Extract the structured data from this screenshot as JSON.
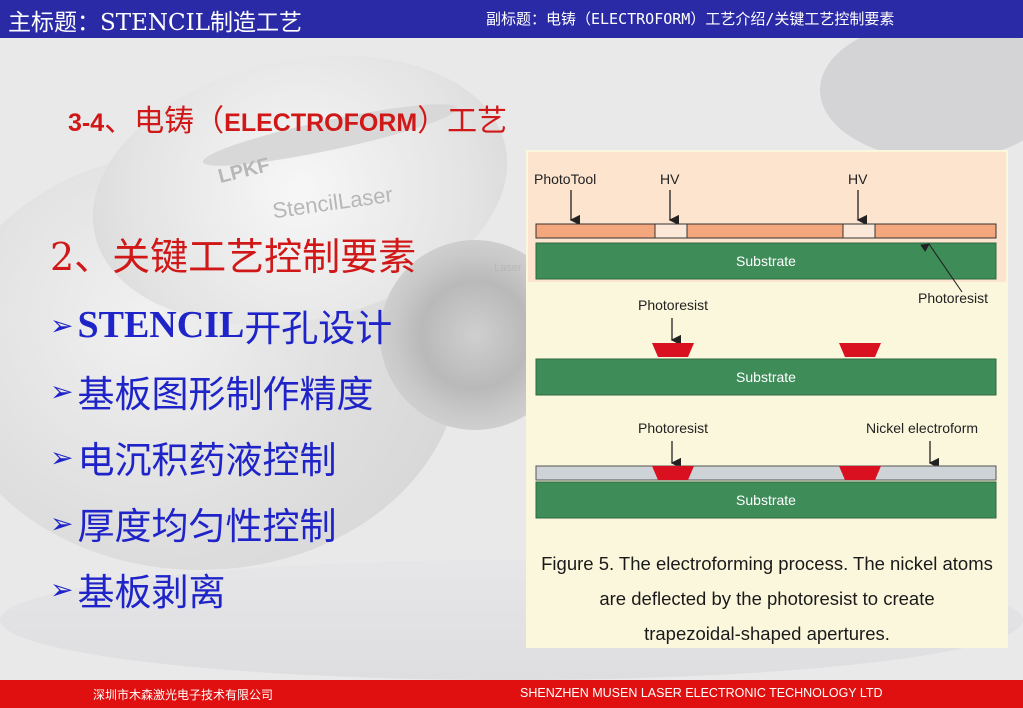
{
  "header": {
    "main_title": "主标题：STENCIL制造工艺",
    "subtitle": "副标题：电铸（ELECTROFORM）工艺介绍/关键工艺控制要素"
  },
  "section": {
    "number": "3-4",
    "sep": "、",
    "zh_prefix": "电铸（",
    "en": "ELECTROFORM",
    "zh_suffix": "）工艺"
  },
  "content": {
    "heading": "2、关键工艺控制要素",
    "bullet_symbol": "➢",
    "items": [
      {
        "latin": "STENCIL",
        "zh": "开孔设计"
      },
      {
        "latin": "",
        "zh": "基板图形制作精度"
      },
      {
        "latin": "",
        "zh": "电沉积药液控制"
      },
      {
        "latin": "",
        "zh": "厚度均匀性控制"
      },
      {
        "latin": "",
        "zh": "基板剥离"
      }
    ]
  },
  "figure": {
    "labels": {
      "phototool": "PhotoTool",
      "hv": "HV",
      "photoresist": "Photoresist",
      "substrate": "Substrate",
      "nickel": "Nickel electroform"
    },
    "caption_lines": [
      "Figure 5. The electroforming process. The nickel atoms",
      "are deflected by the photoresist to create",
      "trapezoidal-shaped apertures."
    ],
    "colors": {
      "substrate": "#3e8c58",
      "phototool": "#f4a77c",
      "photoresist": "#d81020",
      "nickel": "#cdd3d6",
      "background": "#fbf7dc",
      "upper_panel": "#fce4cf"
    }
  },
  "background_text": {
    "word1": "StencilLaser",
    "word2": "LPKF",
    "word3": "Laser"
  },
  "footer": {
    "company_cn": "深圳市木森激光电子技术有限公司",
    "company_en": "SHENZHEN MUSEN LASER ELECTRONIC TECHNOLOGY  LTD"
  }
}
